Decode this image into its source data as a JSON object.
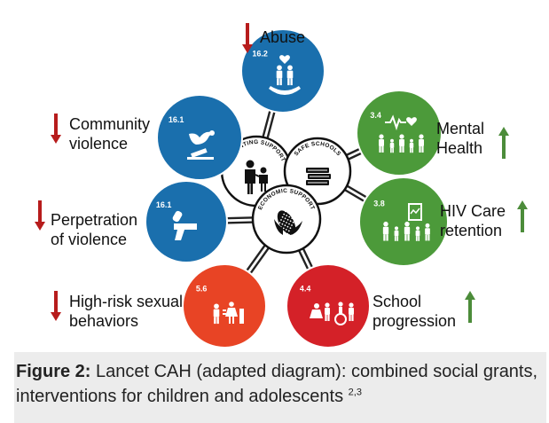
{
  "colors": {
    "blue": "#1a6fad",
    "green": "#4c9a3a",
    "red": "#d42128",
    "orange": "#e84425",
    "down_arrow": "#b71c1c",
    "up_arrow": "#4c8c3a",
    "connector": "#222222"
  },
  "hub": [
    {
      "id": "parenting",
      "label": "PARENTING SUPPORT",
      "icon": "parent-child-icon"
    },
    {
      "id": "schools",
      "label": "SAFE SCHOOLS",
      "icon": "books-icon"
    },
    {
      "id": "economic",
      "label": "ECONOMIC SUPPORT",
      "icon": "corn-icon"
    }
  ],
  "outcomes": [
    {
      "id": "abuse",
      "label_lines": [
        "Abuse"
      ],
      "number": "16.2",
      "color": "blue",
      "direction": "down",
      "icon": "family-hand-icon"
    },
    {
      "id": "community-violence",
      "label_lines": [
        "Community",
        "violence"
      ],
      "number": "16.1",
      "color": "blue",
      "direction": "down",
      "icon": "dove-gavel-icon"
    },
    {
      "id": "perpetration",
      "label_lines": [
        "Perpetration",
        "of violence"
      ],
      "number": "16.1",
      "color": "blue",
      "direction": "down",
      "icon": "gun-icon"
    },
    {
      "id": "high-risk",
      "label_lines": [
        "High-risk sexual",
        "behaviors"
      ],
      "number": "5.6",
      "color": "orange",
      "direction": "down",
      "icon": "gender-equality-icon"
    },
    {
      "id": "school",
      "label_lines": [
        "School",
        "progression"
      ],
      "number": "4.4",
      "color": "red",
      "direction": "up",
      "icon": "children-wheelchair-icon"
    },
    {
      "id": "hiv",
      "label_lines": [
        "HIV Care",
        "retention"
      ],
      "number": "3.8",
      "color": "green",
      "direction": "up",
      "icon": "family-chart-icon"
    },
    {
      "id": "mental-health",
      "label_lines": [
        "Mental",
        "Health"
      ],
      "number": "3.4",
      "color": "green",
      "direction": "up",
      "icon": "heartbeat-family-icon"
    }
  ],
  "caption": {
    "bold": "Figure 2:",
    "text": " Lancet CAH (adapted diagram): combined social grants, interventions for children and adolescents ",
    "superscript": "2,3"
  }
}
